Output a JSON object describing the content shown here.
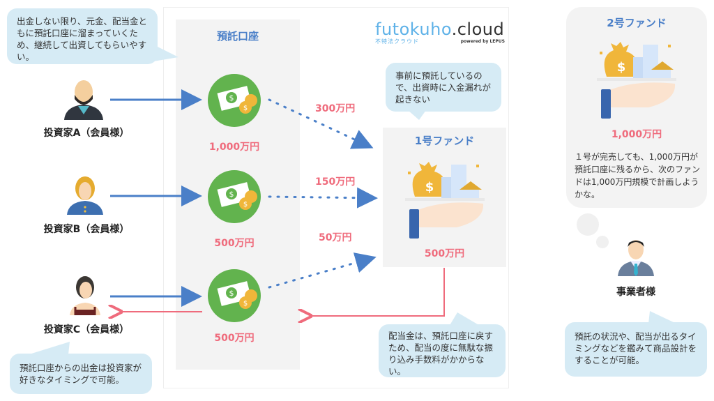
{
  "brand": {
    "logo_part1": "futokuho",
    "logo_part2": ".cloud",
    "logo_sub": "不特法クラウド",
    "powered_by": "powered by LEPUS"
  },
  "deposit_account": {
    "title": "預託口座",
    "balances": [
      "1,000万円",
      "500万円",
      "500万円"
    ]
  },
  "investors": [
    {
      "label": "投資家A（会員様）",
      "avatar": "bearded-man-icon"
    },
    {
      "label": "投資家B（会員様）",
      "avatar": "blonde-person-icon"
    },
    {
      "label": "投資家C（会員様）",
      "avatar": "woman-icon"
    }
  ],
  "flows": [
    {
      "from": "投資家A",
      "to": "1号ファンド",
      "amount": "300万円"
    },
    {
      "from": "投資家B",
      "to": "1号ファンド",
      "amount": "150万円"
    },
    {
      "from": "投資家C",
      "to": "1号ファンド",
      "amount": "50万円"
    }
  ],
  "fund1": {
    "title": "1号ファンド",
    "amount": "500万円"
  },
  "fund2": {
    "title": "2号ファンド",
    "amount": "1,000万円",
    "note": "１号が完売しても、1,000万円が預託口座に残るから、次のファンドは1,000万円規模で計画しようかな。"
  },
  "operator": {
    "label": "事業者様"
  },
  "bubbles": {
    "top_left": "出金しない限り、元金、配当金ともに預託口座に溜まっていくため、継続して出資してもらいやすい。",
    "fund1_top": "事前に預託しているので、出資時に入金漏れが起きない",
    "dividend": "配当金は、預託口座に戻すため、配当の度に無駄な振り込み手数料がかからない。",
    "bottom_left": "預託口座からの出金は投資家が好きなタイミングで可能。",
    "operator": "預託の状況や、配当が出るタイミングなどを鑑みて商品設計をすることが可能。"
  },
  "colors": {
    "accent_blue": "#4a7fc8",
    "amount_pink": "#ef6b7c",
    "coin_green": "#62b34e",
    "bubble_blue": "#d6ebf5",
    "panel_gray": "#f3f3f3"
  }
}
